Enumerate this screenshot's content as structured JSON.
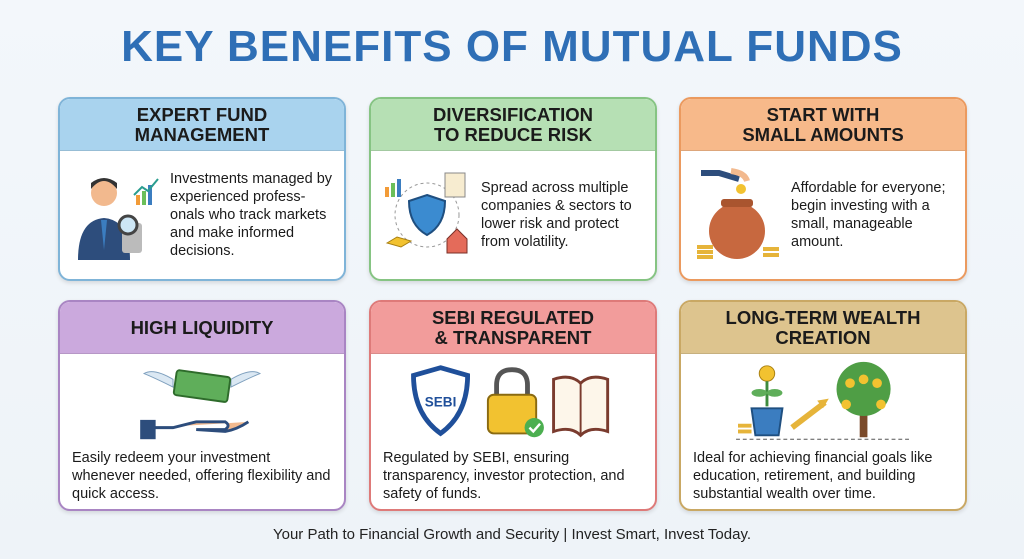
{
  "title": "KEY BENEFITS OF MUTUAL FUNDS",
  "cards": [
    {
      "heading": "EXPERT FUND\nMANAGEMENT",
      "text": "Investments managed by experienced profess-onals who track markets and make informed decisions.",
      "color": "#a9d3ee",
      "border": "#7fb4d8"
    },
    {
      "heading": "DIVERSIFICATION\nTO REDUCE RISK",
      "text": "Spread across multiple companies & sectors to lower risk and protect from volatility.",
      "color": "#b6e0b4",
      "border": "#86c483"
    },
    {
      "heading": "START WITH\nSMALL AMOUNTS",
      "text": "Affordable for everyone; begin investing with a small, manageable amount.",
      "color": "#f7b98a",
      "border": "#eb9a5f"
    },
    {
      "heading": "HIGH LIQUIDITY",
      "text": "Easily redeem your investment whenever needed, offering flexibility and quick access.",
      "color": "#cba9dd",
      "border": "#a985c3"
    },
    {
      "heading": "SEBI REGULATED\n& TRANSPARENT",
      "text": "Regulated by SEBI, ensuring transparency, investor protection, and safety of funds.",
      "color": "#f29c9b",
      "border": "#de7a79"
    },
    {
      "heading": "LONG-TERM WEALTH\nCREATION",
      "text": "Ideal for achieving financial goals like education, retirement, and building substantial wealth over time.",
      "color": "#ddc48e",
      "border": "#c9a864"
    }
  ],
  "footer": "Your Path to Financial Growth and Security | Invest Smart, Invest Today."
}
